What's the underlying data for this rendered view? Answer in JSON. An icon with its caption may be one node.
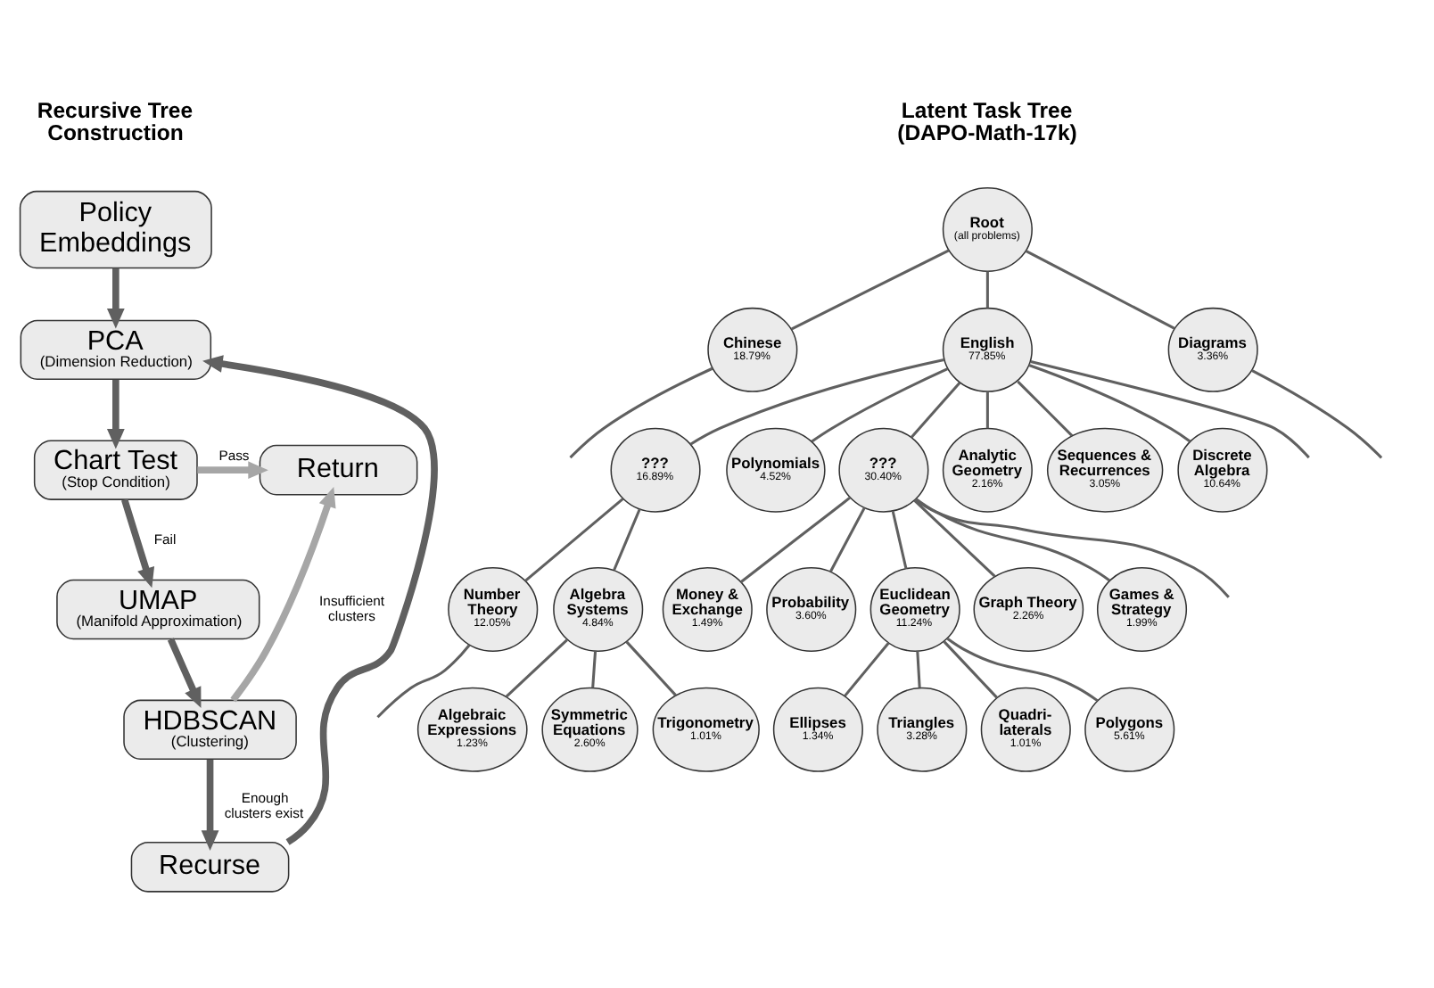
{
  "diagram": {
    "nodes": [
      {
        "text": [
          "Policy Embeddings"
        ]
      },
      {
        "text": [
          "PCA",
          "(Dimension Reduction)"
        ]
      },
      {
        "text": [
          "Chart Test",
          "(Stop Condition)"
        ]
      },
      {
        "text": [
          "Return"
        ]
      },
      {
        "text": [
          "UMAP",
          "(Manifold Approximation)"
        ]
      },
      {
        "text": [
          "HDBSCAN",
          "(Clustering)"
        ]
      },
      {
        "text": [
          "Recurse"
        ]
      },
      {
        "text": [
          "Root",
          "(all problems)"
        ]
      },
      {
        "text": [
          "Chinese",
          "18.79%"
        ]
      },
      {
        "text": [
          "Diagrams",
          "3.36%"
        ]
      },
      {
        "text": [
          "English",
          "77.85%"
        ]
      },
      {
        "text": [
          "???",
          "16.89%"
        ]
      },
      {
        "text": [
          "Polynomials",
          "4.52%"
        ]
      },
      {
        "text": [
          "???",
          "30.40%"
        ]
      },
      {
        "text": [
          "Analytic Geometry",
          "2.16%"
        ]
      },
      {
        "text": [
          "Sequences & Recurrences",
          "3.05%"
        ]
      },
      {
        "text": [
          "Discrete Algebra",
          "10.64%"
        ]
      },
      {
        "text": [
          "Number Theory",
          "12.05%"
        ]
      },
      {
        "text": [
          "Algebra Systems",
          "4.84%"
        ]
      },
      {
        "text": [
          "Money & Exchange",
          "1.49%"
        ]
      },
      {
        "text": [
          "Probability",
          "3.60%"
        ]
      },
      {
        "text": [
          "Euclidean Geometry",
          "11.24%"
        ]
      },
      {
        "text": [
          "Graph Theory",
          "2.26%"
        ]
      },
      {
        "text": [
          "Games & Strategy",
          "1.99%"
        ]
      },
      {
        "text": [
          "Algebraic Expressions",
          "1.23%"
        ]
      },
      {
        "text": [
          "Symmetric Equations",
          "2.60%"
        ]
      },
      {
        "text": [
          "Trigonometry",
          "1.01%"
        ]
      },
      {
        "text": [
          "Ellipses",
          "1.34%"
        ]
      },
      {
        "text": [
          "Triangles",
          "3.28%"
        ]
      },
      {
        "text": [
          "Quadri- laterals",
          "1.01%"
        ]
      },
      {
        "text": [
          "Polygons",
          "5.61%"
        ]
      }
    ],
    "edges": [
      {
        "from": 0,
        "to": 1,
        "arrow": "to",
        "style": "thick"
      },
      {
        "from": 1,
        "to": 2,
        "arrow": "to",
        "style": "thick"
      },
      {
        "from": 2,
        "to": 3,
        "arrow": "to",
        "label": "Pass",
        "style": "thick",
        "color": "#a6a6a6"
      },
      {
        "from": 2,
        "to": 4,
        "arrow": "to",
        "label": "Fail",
        "style": "thick"
      },
      {
        "from": 4,
        "to": 5,
        "arrow": "to",
        "style": "thick"
      },
      {
        "from": 5,
        "to": 3,
        "arrow": "to",
        "label": "Insufficient clusters",
        "style": "thick",
        "color": "#a6a6a6"
      },
      {
        "from": 5,
        "to": 6,
        "arrow": "to",
        "label": "Enough clusters exist",
        "style": "thick"
      },
      {
        "from": 6,
        "to": 1,
        "arrow": "to",
        "style": "thick"
      },
      {
        "from": 7,
        "to": 8,
        "arrow": "none"
      },
      {
        "from": 7,
        "to": 10,
        "arrow": "none"
      },
      {
        "from": 7,
        "to": 9,
        "arrow": "none"
      },
      {
        "from": 8,
        "to": null,
        "arrow": "none"
      },
      {
        "from": 9,
        "to": null,
        "arrow": "none"
      },
      {
        "from": 10,
        "to": 11,
        "arrow": "none"
      },
      {
        "from": 10,
        "to": 12,
        "arrow": "none"
      },
      {
        "from": 10,
        "to": 13,
        "arrow": "none"
      },
      {
        "from": 10,
        "to": 14,
        "arrow": "none"
      },
      {
        "from": 10,
        "to": 15,
        "arrow": "none"
      },
      {
        "from": 10,
        "to": 16,
        "arrow": "none"
      },
      {
        "from": 10,
        "to": null,
        "arrow": "none"
      },
      {
        "from": 11,
        "to": 17,
        "arrow": "none"
      },
      {
        "from": 11,
        "to": 18,
        "arrow": "none"
      },
      {
        "from": 13,
        "to": 19,
        "arrow": "none"
      },
      {
        "from": 13,
        "to": 20,
        "arrow": "none"
      },
      {
        "from": 13,
        "to": 21,
        "arrow": "none"
      },
      {
        "from": 13,
        "to": 22,
        "arrow": "none"
      },
      {
        "from": 13,
        "to": 23,
        "arrow": "none"
      },
      {
        "from": 13,
        "to": null,
        "arrow": "none"
      },
      {
        "from": 17,
        "to": null,
        "arrow": "none"
      },
      {
        "from": 18,
        "to": 24,
        "arrow": "none"
      },
      {
        "from": 18,
        "to": 25,
        "arrow": "none"
      },
      {
        "from": 18,
        "to": 26,
        "arrow": "none"
      },
      {
        "from": 21,
        "to": 27,
        "arrow": "none"
      },
      {
        "from": 21,
        "to": 28,
        "arrow": "none"
      },
      {
        "from": 21,
        "to": 29,
        "arrow": "none"
      },
      {
        "from": 21,
        "to": 30,
        "arrow": "none"
      }
    ],
    "labels": [
      "Recursive Tree Construction",
      "Latent Task Tree (DAPO-Math-17k)"
    ]
  }
}
